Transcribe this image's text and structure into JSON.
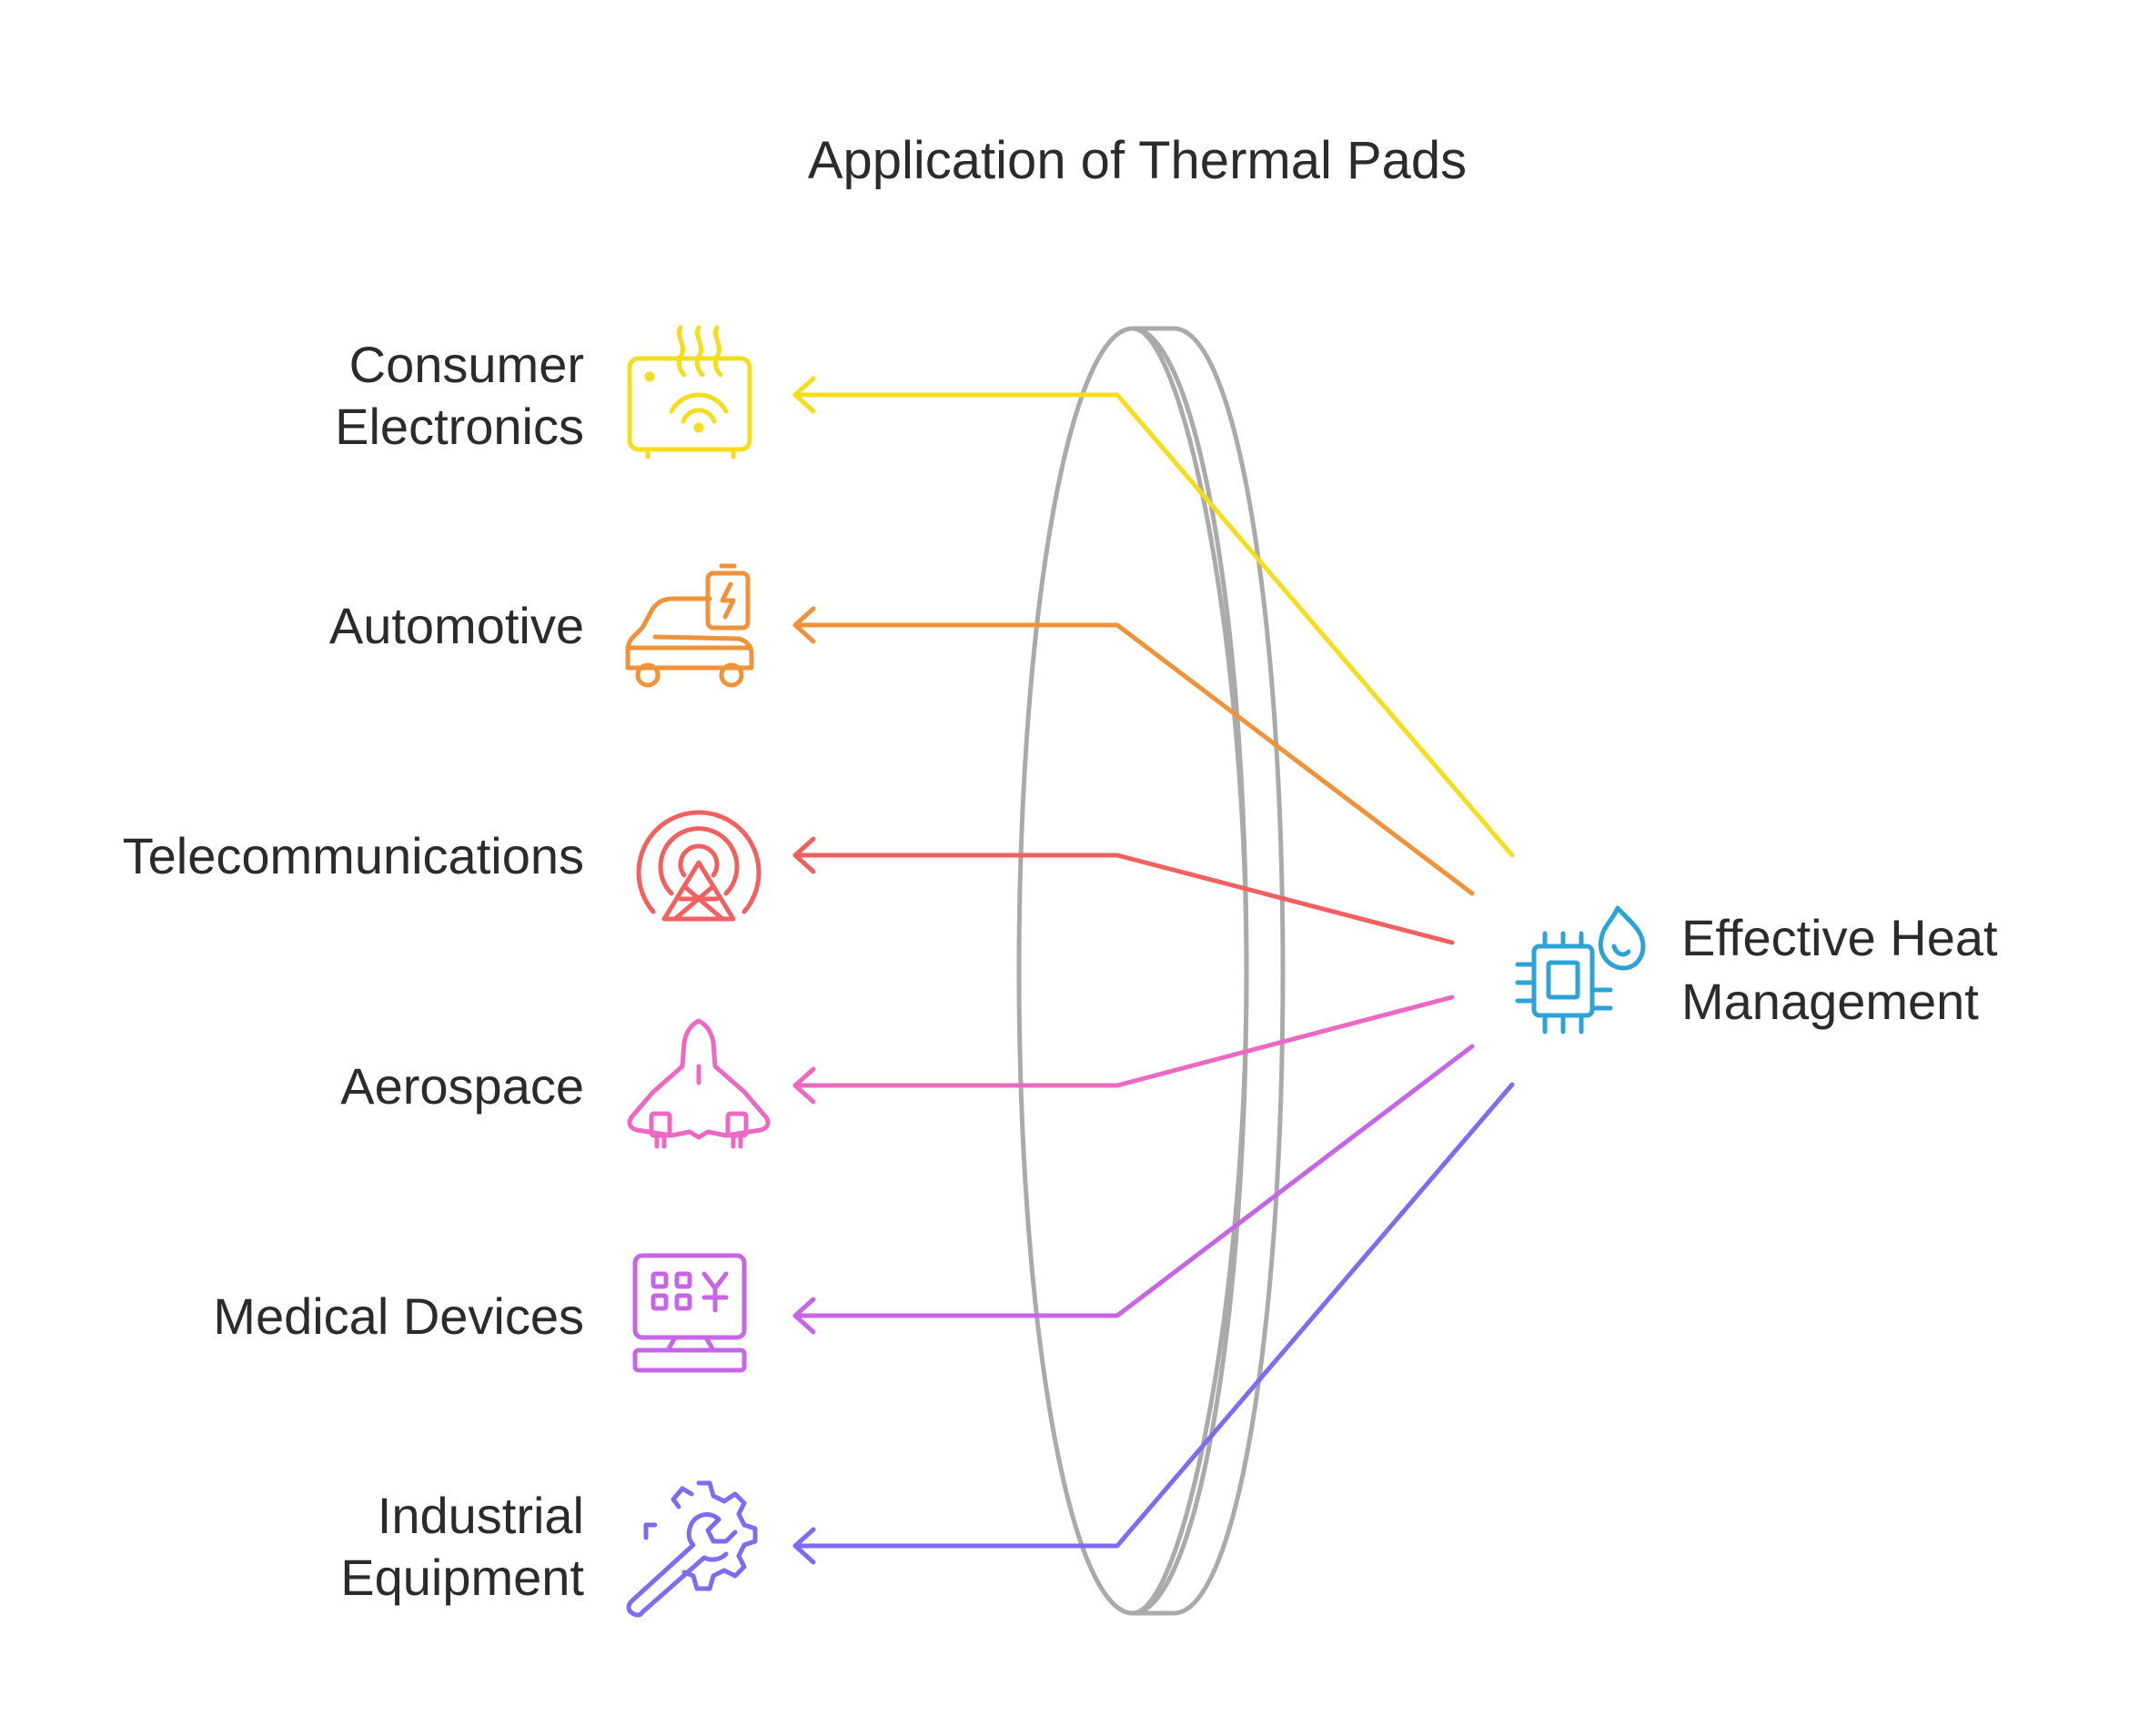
{
  "title": "Application of Thermal Pads",
  "target": {
    "lines": [
      "Effective Heat",
      "Management"
    ],
    "icon": "cpu-flame-icon",
    "color": "#2ba3d6"
  },
  "lens_color": "#aaaaaa",
  "applications": [
    {
      "lines": [
        "Consumer",
        "Electronics"
      ],
      "icon": "wifi-router-heat-icon",
      "color": "#f5dd1e"
    },
    {
      "lines": [
        "Automotive"
      ],
      "icon": "electric-car-battery-icon",
      "color": "#f0923a"
    },
    {
      "lines": [
        "Telecommunications"
      ],
      "icon": "radio-tower-icon",
      "color": "#f0605e"
    },
    {
      "lines": [
        "Aerospace"
      ],
      "icon": "space-shuttle-icon",
      "color": "#ec68c2"
    },
    {
      "lines": [
        "Medical Devices"
      ],
      "icon": "medical-monitor-icon",
      "color": "#c666e6"
    },
    {
      "lines": [
        "Industrial",
        "Equipment"
      ],
      "icon": "gear-wrench-icon",
      "color": "#7b6cf0"
    }
  ]
}
